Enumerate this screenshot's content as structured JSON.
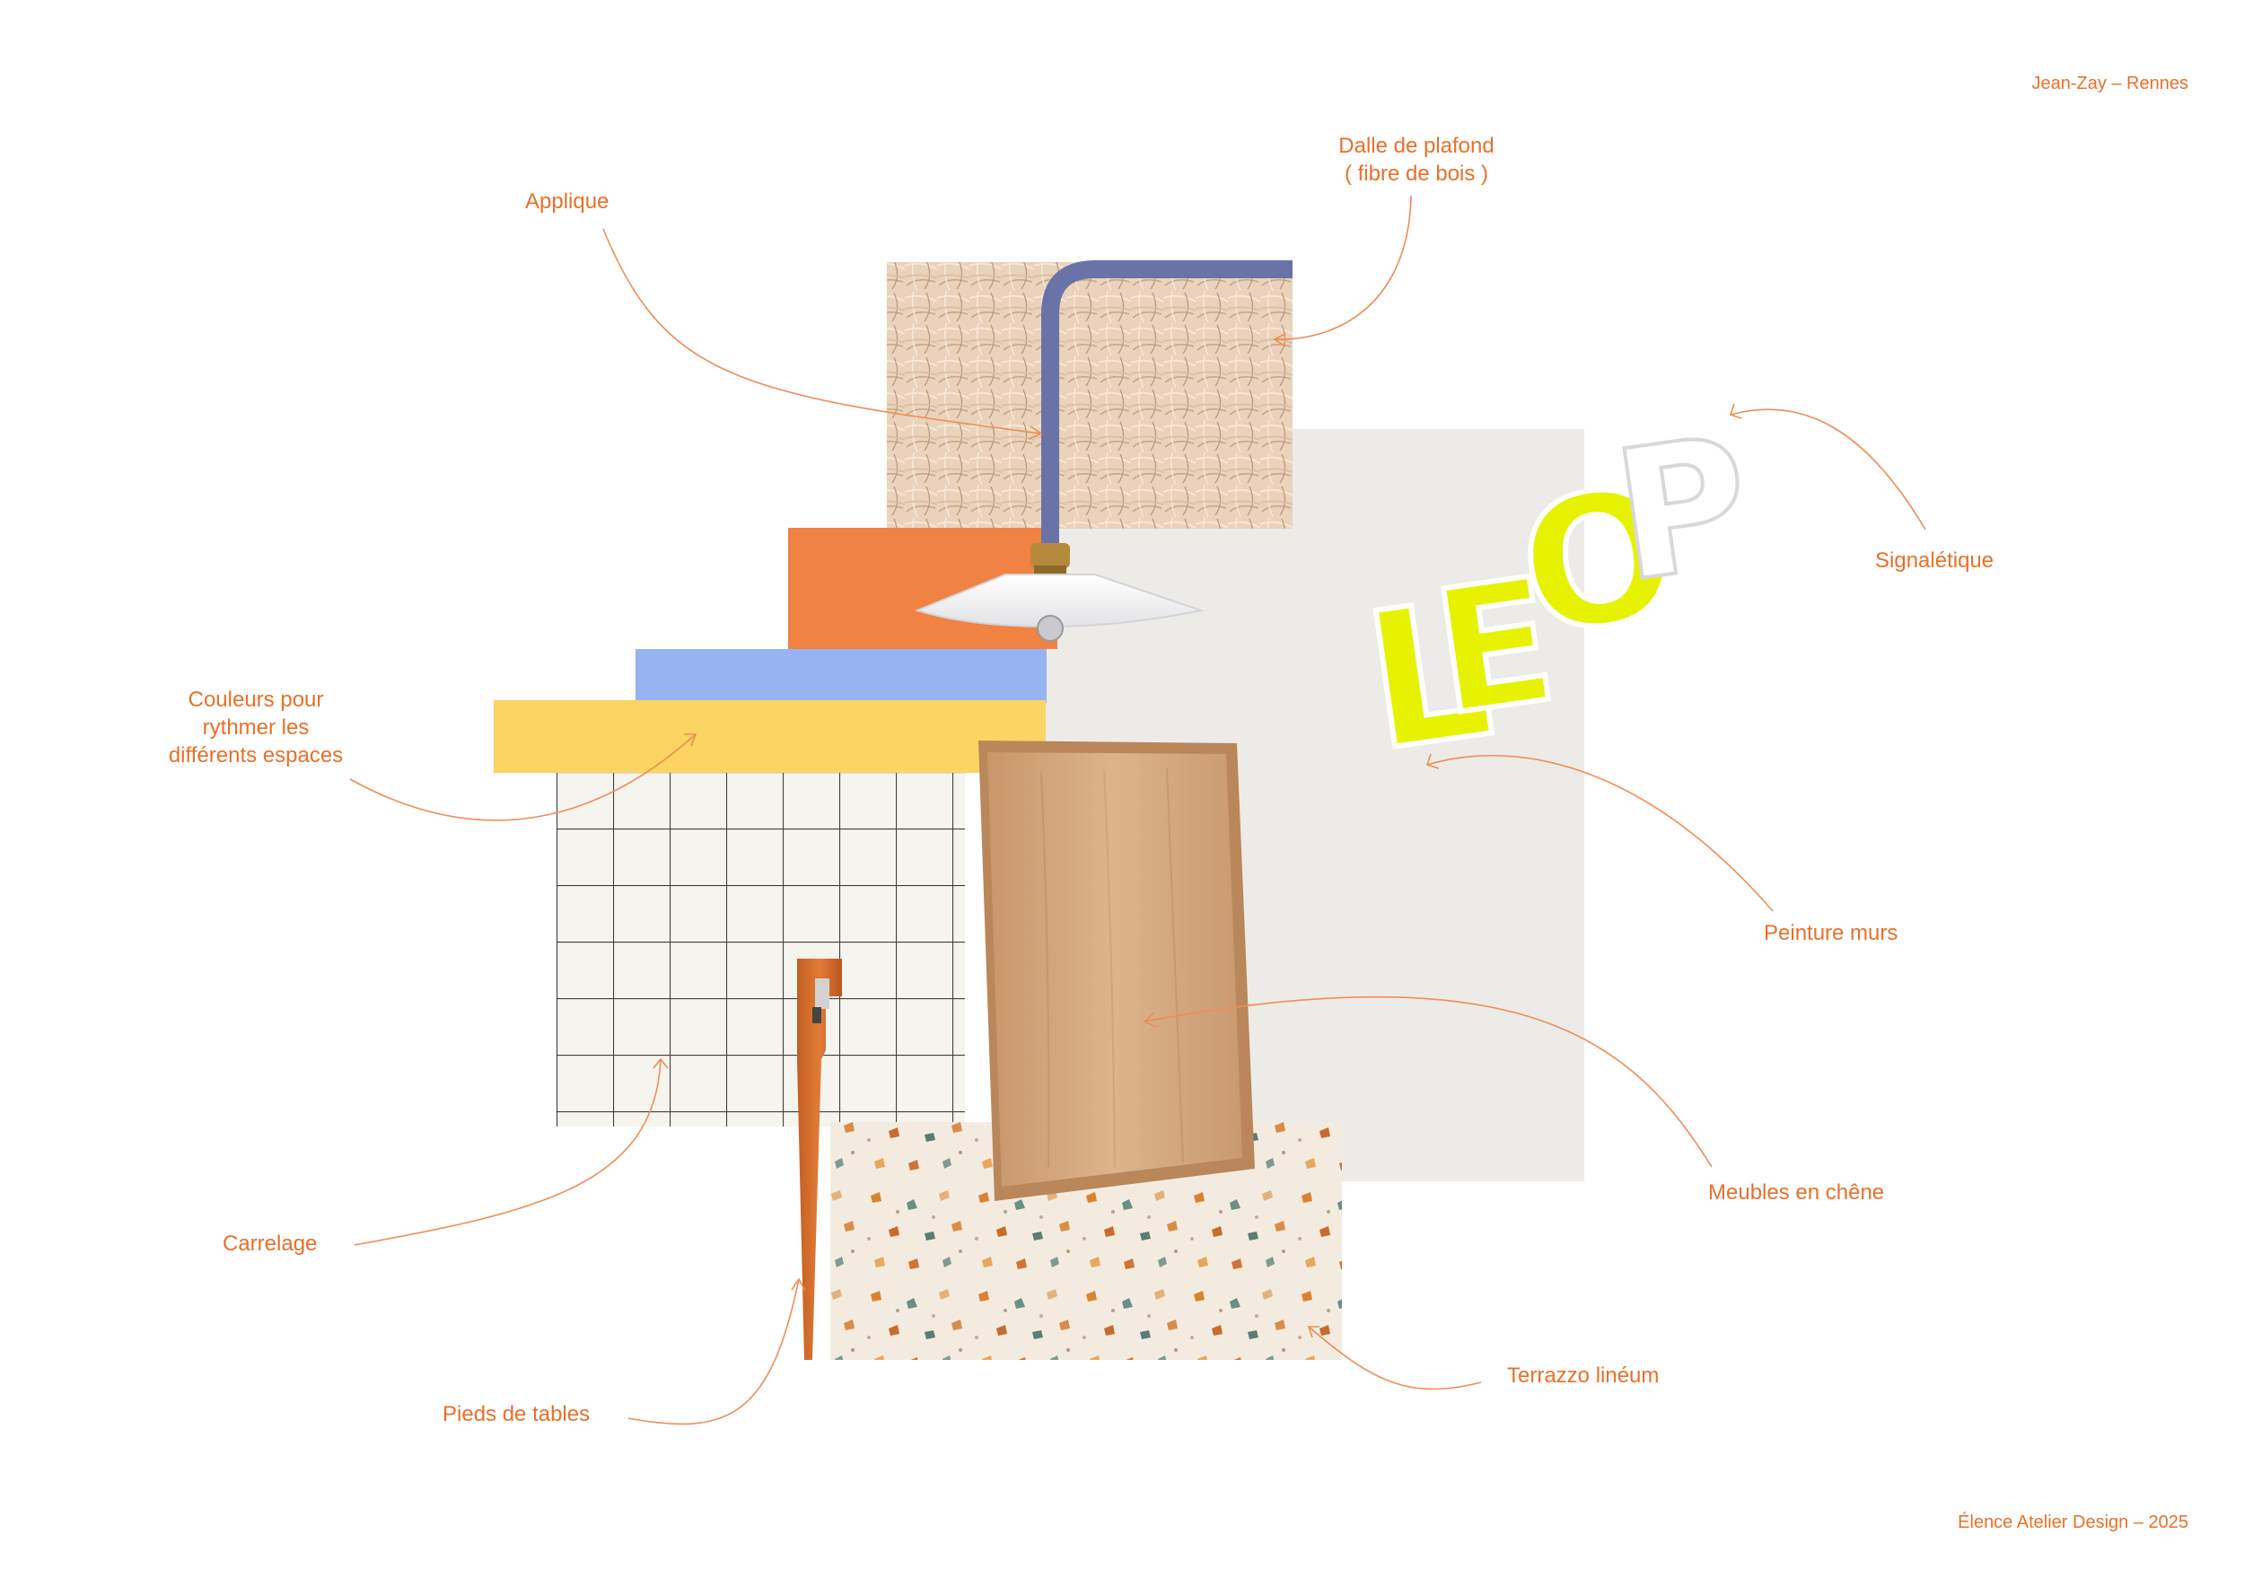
{
  "header": {
    "project": "Jean-Zay – Rennes"
  },
  "footer": {
    "credit": "Élence Atelier Design – 2025"
  },
  "signage": {
    "letters": [
      "L",
      "E",
      "O",
      "P"
    ]
  },
  "labels": {
    "applique": "Applique",
    "dalle_line1": "Dalle de plafond",
    "dalle_line2": "( fibre de bois )",
    "signaletique": "Signalétique",
    "couleurs_line1": "Couleurs pour",
    "couleurs_line2": "rythmer les",
    "couleurs_line3": "différents espaces",
    "peinture": "Peinture murs",
    "meubles": "Meubles en chêne",
    "carrelage": "Carrelage",
    "terrazzo": "Terrazzo linéum",
    "pieds": "Pieds de tables"
  },
  "colors": {
    "accent": "#e8702a",
    "orange_swatch": "#f08243",
    "blue_swatch": "#97b4f2",
    "yellow_swatch": "#fbd464",
    "wall_paint": "#edebe8",
    "signage_neon": "#e6f200",
    "oak": "#d3a77d",
    "lamp_arm": "#6a73a8"
  }
}
